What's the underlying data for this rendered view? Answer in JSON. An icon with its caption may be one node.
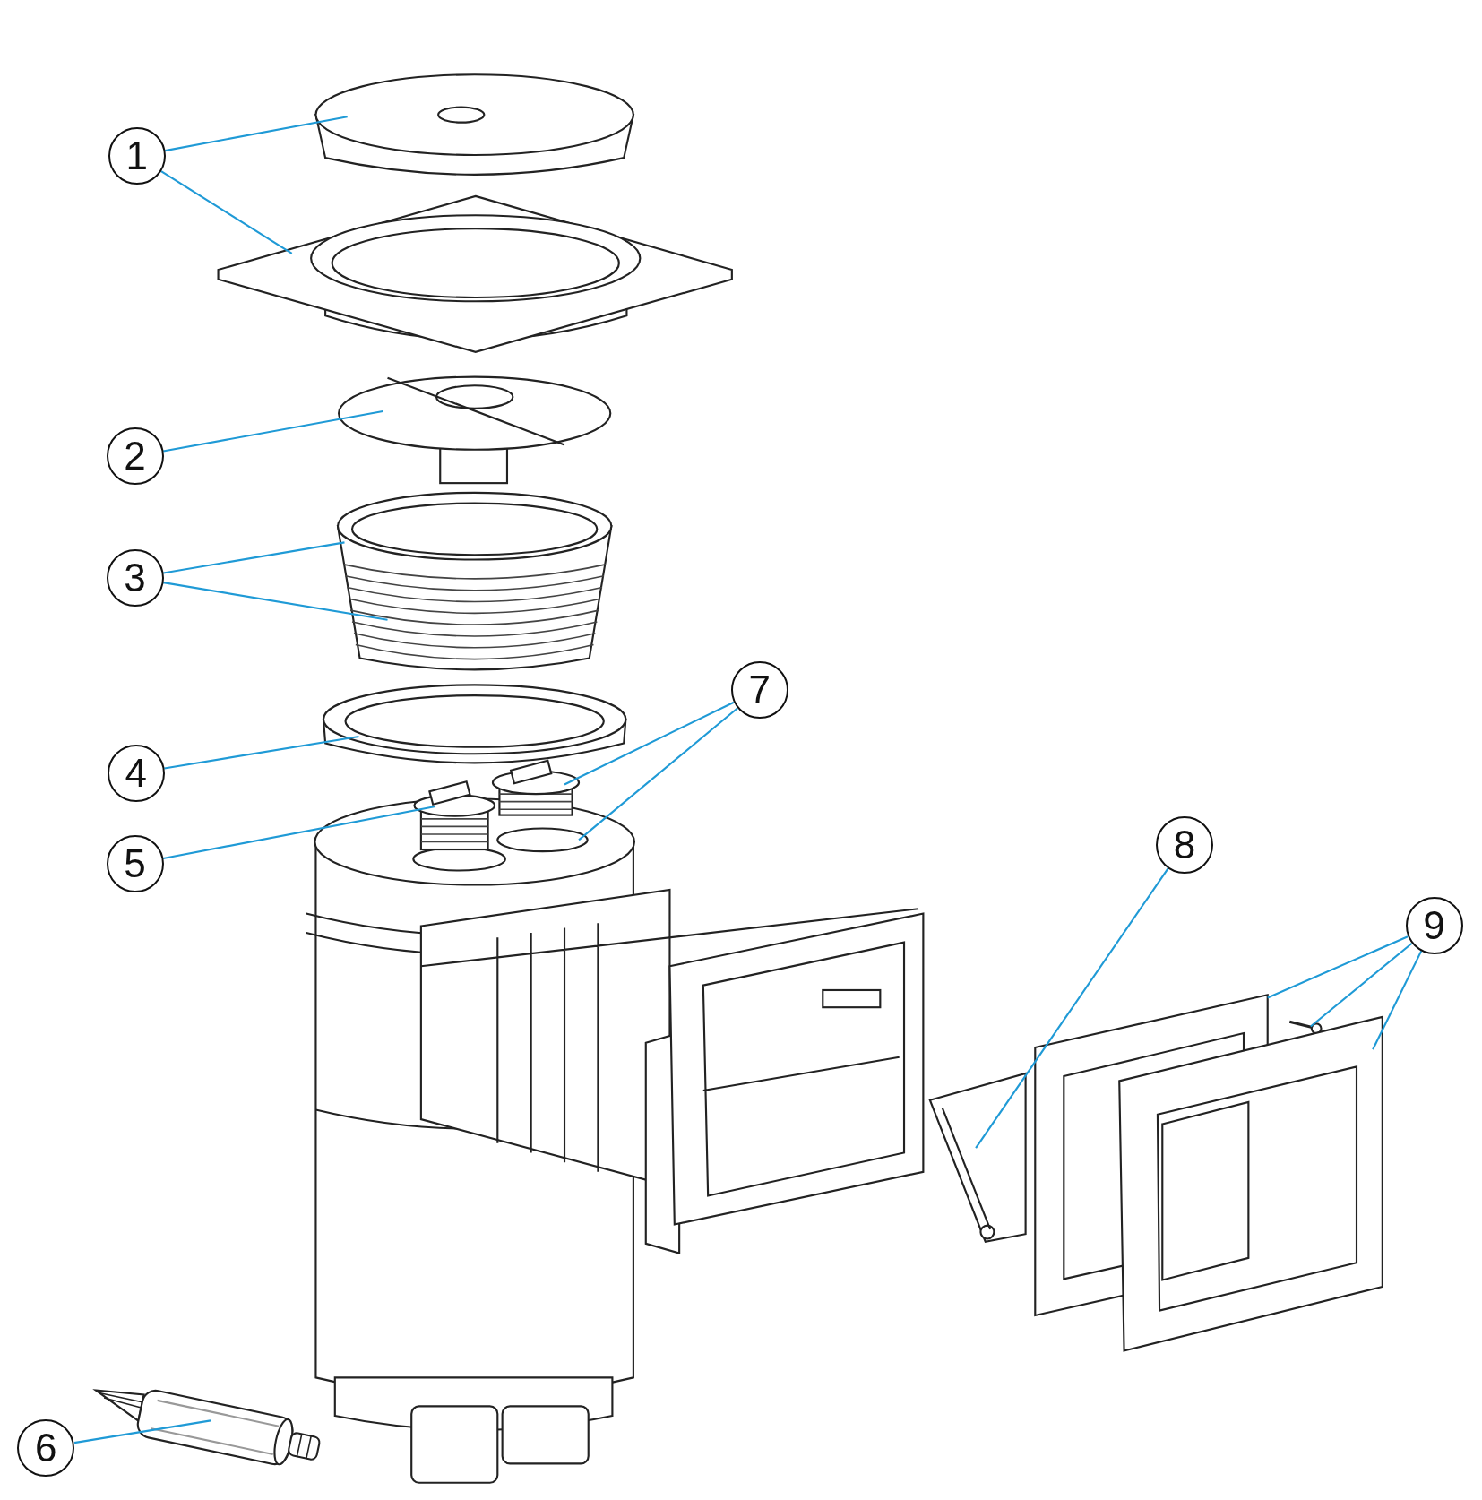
{
  "diagram": {
    "nodes": [
      {
        "text": [
          "1"
        ]
      },
      {
        "text": [
          "2"
        ]
      },
      {
        "text": [
          "3"
        ]
      },
      {
        "text": [
          "4"
        ]
      },
      {
        "text": [
          "5"
        ]
      },
      {
        "text": [
          "6"
        ]
      },
      {
        "text": [
          "7"
        ]
      },
      {
        "text": [
          "8"
        ]
      },
      {
        "text": [
          "9"
        ]
      },
      {
        "text": [],
        "shape": "picture"
      },
      {
        "text": [],
        "shape": "picture"
      },
      {
        "text": [],
        "shape": "picture"
      },
      {
        "text": [],
        "shape": "picture"
      },
      {
        "text": [],
        "shape": "picture"
      },
      {
        "text": [],
        "shape": "picture"
      },
      {
        "text": [],
        "shape": "picture"
      },
      {
        "text": [],
        "shape": "circle"
      },
      {
        "text": [],
        "shape": "picture"
      },
      {
        "text": [],
        "shape": "picture"
      },
      {
        "text": [],
        "shape": "picture"
      },
      {
        "text": [],
        "shape": "picture"
      },
      {
        "text": [],
        "shape": "picture"
      }
    ],
    "edges": [
      {
        "from": 0,
        "to": 9,
        "arrow": "none"
      },
      {
        "from": 0,
        "to": 10,
        "arrow": "none"
      },
      {
        "from": 1,
        "to": 11,
        "arrow": "none"
      },
      {
        "from": 2,
        "to": 12,
        "arrow": "none"
      },
      {
        "from": 2,
        "to": 12,
        "arrow": "none"
      },
      {
        "from": 3,
        "to": 13,
        "arrow": "none"
      },
      {
        "from": 4,
        "to": 14,
        "arrow": "none"
      },
      {
        "from": 5,
        "to": 21,
        "arrow": "none"
      },
      {
        "from": 6,
        "to": 15,
        "arrow": "none"
      },
      {
        "from": 6,
        "to": 16,
        "arrow": "none"
      },
      {
        "from": 7,
        "to": 17,
        "arrow": "none"
      },
      {
        "from": 8,
        "to": 18,
        "arrow": "none"
      },
      {
        "from": 8,
        "to": 19,
        "arrow": "none"
      },
      {
        "from": 8,
        "to": 20,
        "arrow": "none"
      }
    ]
  }
}
